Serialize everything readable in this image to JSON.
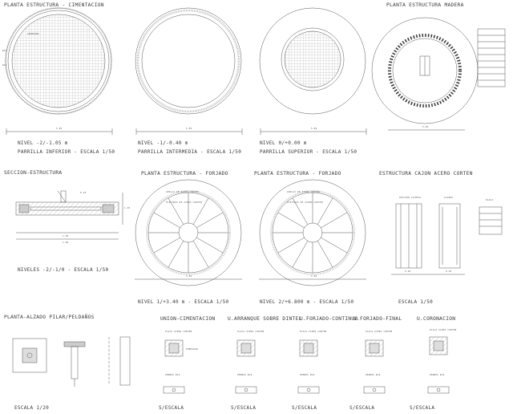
{
  "titles": {
    "cimentacion": "PLANTA ESTRUCTURA - CIMENTACION",
    "madera": "PLANTA ESTRUCTURA MADERA",
    "seccion": "SECCION-ESTRUCTURA",
    "forjado1": "PLANTA ESTRUCTURA - FORJADO",
    "forjado2": "PLANTA ESTRUCTURA - FORJADO",
    "cajon": "ESTRUCTURA CAJON ACERO CORTEN",
    "pilar": "PLANTA-ALZADO PILAR/PELDAÑOS",
    "union": "UNION-CIMENTACION",
    "arranque": "U.ARRANQUE SOBRE DINTEL",
    "forjado_continuo": "U.FORJADO-CONTINUO",
    "forjado_final": "U.FORJADO-FINAL",
    "coronacion": "U.CORONACION"
  },
  "captions": {
    "nivel1": "NIVEL -2/-1.05 m",
    "parrilla1": "PARRILLA INFERIOR - ESCALA 1/50",
    "nivel2": "NIVEL -1/-0.40 m",
    "parrilla2": "PARRILLA INTERMEDIA - ESCALA 1/50",
    "nivel3": "NIVEL 0/+0.00 m",
    "parrilla3": "PARRILLA SUPERIOR - ESCALA 1/50",
    "niveles_seccion": "NIVELES -2/-1/0 - ESCALA 1/50",
    "nivel_forjado1": "NIVEL 1/+3.40 m - ESCALA 1/50",
    "nivel_forjado2": "NIVEL 2/+6.800 m - ESCALA 1/50",
    "escala_cajon": "ESCALA 1/50",
    "escala_pilar": "ESCALA 1/20",
    "se1": "S/ESCALA",
    "se2": "S/ESCALA",
    "se3": "S/ESCALA",
    "se4": "S/ESCALA",
    "se5": "S/ESCALA"
  },
  "dims": {
    "d1": "5.80",
    "d2": "5.80",
    "d3": "5.80",
    "d4": "5.80",
    "d5": "5.80",
    "d6": "5.80",
    "d7": "1.80",
    "d8": "1.80",
    "d9": "0.50",
    "d10": "1.20",
    "d11": "0.90",
    "d12": "0.90"
  },
  "tiny_labels": {
    "l1": "ARMADURA",
    "l2": "Ø16",
    "l3": "Ø12",
    "l4": "ANILLO DE ACERO CORTEN",
    "l5": "PLETINAS DE ACERO CORTEN",
    "l6": "ANILLO DE ACERO CORTEN",
    "l7": "PLETINAS DE ACERO CORTEN",
    "l8": "SECCION LATERAL",
    "l9": "ALZADO",
    "l10": "PLACA",
    "l11": "PLACA ACERO CORTEN",
    "l12": "PERNOS Ø16",
    "l13": "HORMIGON",
    "l14": "PLACA ACERO CORTEN",
    "l15": "PERNOS Ø16",
    "l16": "PLACA ACERO CORTEN",
    "l17": "PERNOS Ø16",
    "l18": "PLACA ACERO CORTEN",
    "l19": "PERNOS Ø16",
    "l20": "PLACA ACERO CORTEN",
    "l21": "PERNOS Ø16"
  }
}
